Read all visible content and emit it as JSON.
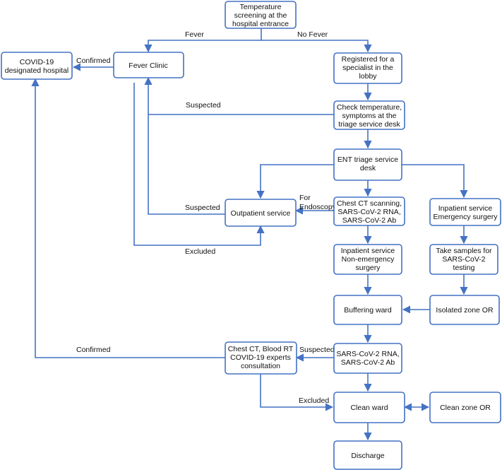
{
  "nodes": {
    "temp_screening": {
      "lines": [
        "Temperature",
        "screening at the",
        "hospital entrance"
      ]
    },
    "covid_hospital": {
      "lines": [
        "COVID-19",
        "designated hospital"
      ]
    },
    "fever_clinic": {
      "lines": [
        "Fever Clinic"
      ]
    },
    "registered": {
      "lines": [
        "Registered for a",
        "specialist in the",
        "lobby"
      ]
    },
    "check_temp": {
      "lines": [
        "Check temperature,",
        "symptoms at the",
        "triage service desk"
      ]
    },
    "ent_triage": {
      "lines": [
        "ENT triage service",
        "desk"
      ]
    },
    "outpatient": {
      "lines": [
        "Outpatient service"
      ]
    },
    "chest_ct_scanning": {
      "lines": [
        "Chest CT scanning,",
        "SARS-CoV-2 RNA,",
        "SARS-CoV-2 Ab"
      ]
    },
    "inpatient_emergency": {
      "lines": [
        "Inpatient service",
        "Emergency surgery"
      ]
    },
    "inpatient_nonemergency": {
      "lines": [
        "Inpatient service",
        "Non-emergency",
        "surgery"
      ]
    },
    "take_samples": {
      "lines": [
        "Take samples for",
        "SARS-CoV-2",
        "testing"
      ]
    },
    "buffering_ward": {
      "lines": [
        "Buffering ward"
      ]
    },
    "isolated_or": {
      "lines": [
        "Isolated zone OR"
      ]
    },
    "chest_ct_blood": {
      "lines": [
        "Chest CT, Blood RT",
        "COVID-19 experts",
        "consultation"
      ]
    },
    "sars_rna_ab": {
      "lines": [
        "SARS-CoV-2 RNA,",
        "SARS-CoV-2 Ab"
      ]
    },
    "clean_ward": {
      "lines": [
        "Clean ward"
      ]
    },
    "clean_zone_or": {
      "lines": [
        "Clean zone OR"
      ]
    },
    "discharge": {
      "lines": [
        "Discharge"
      ]
    }
  },
  "edge_labels": {
    "fever": "Fever",
    "no_fever": "No Fever",
    "confirmed_top": "Confirmed",
    "suspected_triage": "Suspected",
    "suspected_outpatient": "Suspected",
    "for_endoscopy_1": "For",
    "for_endoscopy_2": "Endoscopy",
    "excluded_outpatient": "Excluded",
    "confirmed_bottom": "Confirmed",
    "suspected_rna": "Suspected",
    "excluded_clean": "Excluded"
  },
  "colors": {
    "stroke": "#4472c4",
    "text": "#111111"
  }
}
